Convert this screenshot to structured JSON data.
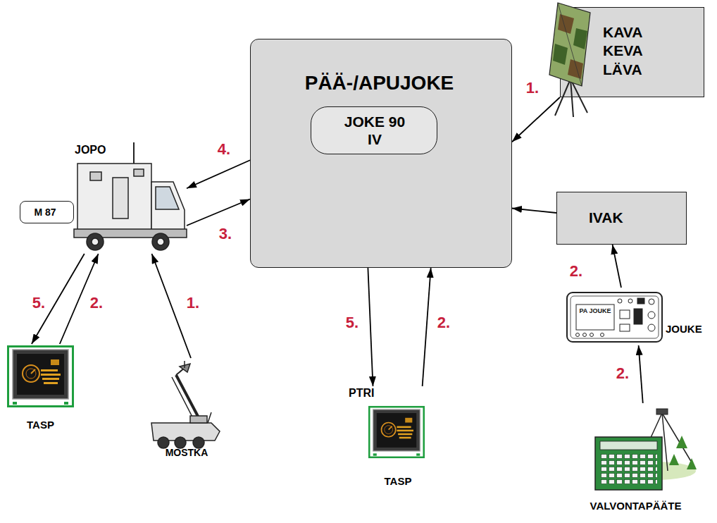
{
  "diagram": {
    "nodes": [
      {
        "text": [
          "PÄÄ-/APUJOKE"
        ]
      },
      {
        "text": [
          "JOKE 90 IV"
        ],
        "in": 0
      },
      {
        "text": [
          "KAVA KEVA LÄVA"
        ]
      },
      {
        "text": [
          "JOPO"
        ]
      },
      {
        "text": [
          "M 87"
        ]
      },
      {
        "text": [
          "IVAK"
        ]
      },
      {
        "text": [
          "TASP"
        ]
      },
      {
        "text": [
          "MOSTKA"
        ]
      },
      {
        "text": [
          "PTRI",
          "TASP"
        ]
      },
      {
        "text": [
          "JOUKE"
        ]
      },
      {
        "text": [
          "VALVONTAPÄÄTE"
        ]
      }
    ],
    "edges": [
      {
        "from": 2,
        "to": 0,
        "arrow": "to",
        "label": "1."
      },
      {
        "from": 0,
        "to": 3,
        "arrow": "to",
        "label": "4."
      },
      {
        "from": 3,
        "to": 0,
        "arrow": "to",
        "label": "3."
      },
      {
        "from": 5,
        "to": 0,
        "arrow": "to"
      },
      {
        "from": 9,
        "to": 5,
        "arrow": "to",
        "label": "2."
      },
      {
        "from": 10,
        "to": 9,
        "arrow": "to",
        "label": "2."
      },
      {
        "from": 8,
        "to": 0,
        "arrow": "to",
        "label": "2."
      },
      {
        "from": 0,
        "to": 8,
        "arrow": "to",
        "label": "5."
      },
      {
        "from": 3,
        "to": 6,
        "arrow": "to",
        "label": "5."
      },
      {
        "from": 6,
        "to": 3,
        "arrow": "to",
        "label": "2."
      },
      {
        "from": 7,
        "to": 3,
        "arrow": "to",
        "label": "1."
      }
    ],
    "labels": [
      "PA JOUKE"
    ]
  }
}
